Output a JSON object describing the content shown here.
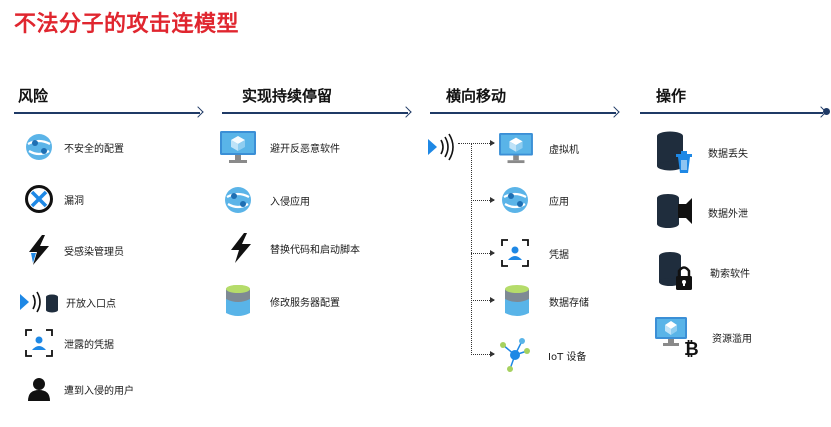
{
  "title": "不法分子的攻击连模型",
  "columns": [
    {
      "heading": "风险",
      "items": [
        {
          "label": "不安全的配置",
          "icon": "web-app-icon"
        },
        {
          "label": "漏洞",
          "icon": "vulnerability-icon"
        },
        {
          "label": "受感染管理员",
          "icon": "lightning-icon"
        },
        {
          "label": "开放入口点",
          "icon": "open-entry-point-icon"
        },
        {
          "label": "泄露的凭据",
          "icon": "credential-icon"
        },
        {
          "label": "遭到入侵的用户",
          "icon": "user-icon"
        }
      ]
    },
    {
      "heading": "实现持续停留",
      "items": [
        {
          "label": "避开反恶意软件",
          "icon": "virtual-machine-icon"
        },
        {
          "label": "入侵应用",
          "icon": "web-app-icon"
        },
        {
          "label": "替换代码和启动脚本",
          "icon": "lightning-icon"
        },
        {
          "label": "修改服务器配置",
          "icon": "database-icon"
        }
      ]
    },
    {
      "heading": "横向移动",
      "items": [
        {
          "label": "虚拟机",
          "icon": "virtual-machine-icon"
        },
        {
          "label": "应用",
          "icon": "web-app-icon"
        },
        {
          "label": "凭据",
          "icon": "credential-icon"
        },
        {
          "label": "数据存储",
          "icon": "database-icon"
        },
        {
          "label": "IoT 设备",
          "icon": "iot-icon"
        }
      ]
    },
    {
      "heading": "操作",
      "items": [
        {
          "label": "数据丢失",
          "icon": "data-loss-icon"
        },
        {
          "label": "数据外泄",
          "icon": "data-exfiltration-icon"
        },
        {
          "label": "勒索软件",
          "icon": "ransomware-icon"
        },
        {
          "label": "资源滥用",
          "icon": "resource-abuse-icon"
        }
      ]
    }
  ],
  "colors": {
    "title": "#e0262f",
    "flow_arrow": "#1f3a66",
    "azure_blue": "#1e88e5",
    "db_dark": "#1f2d3d"
  }
}
